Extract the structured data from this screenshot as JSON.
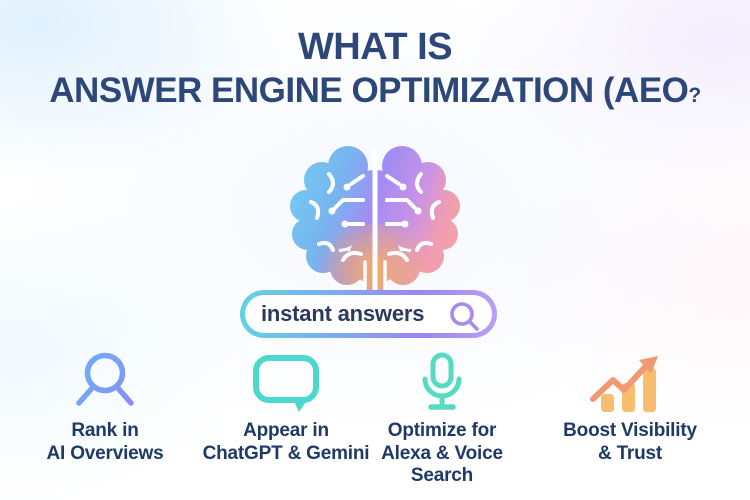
{
  "infographic": {
    "title": {
      "line1": "WHAT IS",
      "line2": "ANSWER ENGINE OPTIMIZATION (AEO",
      "qmark": "?"
    },
    "search_bar": {
      "query": "instant answers",
      "icon": "search-icon"
    },
    "features": [
      {
        "icon": "ai-search-icon",
        "line1": "Rank in",
        "line2": "AI Overviews"
      },
      {
        "icon": "chat-bubble-icon",
        "line1": "Appear in",
        "line2": "ChatGPT & Gemini"
      },
      {
        "icon": "microphone-icon",
        "line1": "Optimize for",
        "line2": "Alexa & Voice",
        "line3": "Search"
      },
      {
        "icon": "growth-chart-icon",
        "line1": "Boost Visibility",
        "line2": "& Trust"
      }
    ],
    "colors": {
      "title_navy": "#2c4778",
      "label_navy": "#1f3a66",
      "brain_gradient": [
        "#72cdf2",
        "#a28cf2",
        "#f09cb4",
        "#f7ae62"
      ],
      "search_border_gradient": [
        "#62d3e2",
        "#bb9ff4"
      ],
      "search_glass_purple": "#a88af0",
      "feature_blue": "#63b8f2",
      "feature_purple": "#9286f2",
      "feature_teal": "#4cd7cf",
      "feature_mint": "#58dac2",
      "feature_orange_bar": "#f8bd6e",
      "feature_orange_arrow": "#f09a74"
    }
  }
}
